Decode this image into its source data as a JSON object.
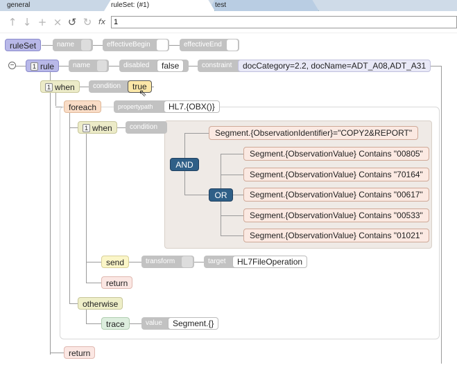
{
  "tabs": [
    {
      "label": "general"
    },
    {
      "label": "ruleSet: (#1)"
    },
    {
      "label": "test"
    }
  ],
  "toolbar": {
    "icons": [
      "arrow-up-icon",
      "arrow-down-icon",
      "plus-icon",
      "close-icon",
      "undo-icon",
      "redo-icon",
      "function-icon"
    ],
    "expression_value": "1"
  },
  "ruleset": {
    "label": "ruleSet",
    "props": {
      "name": "name",
      "effectiveBegin": "effectiveBegin",
      "effectiveEnd": "effectiveEnd"
    }
  },
  "rule": {
    "badge": "1",
    "label": "rule",
    "name_label": "name",
    "disabled_label": "disabled",
    "disabled_value": "false",
    "constraint_label": "constraint",
    "constraint_value": "docCategory=2.2, docName=ADT_A08,ADT_A31"
  },
  "when1": {
    "badge": "1",
    "label": "when",
    "condition_label": "condition",
    "condition_value": "true"
  },
  "foreach": {
    "label": "foreach",
    "propertypath_label": "propertypath",
    "propertypath_value": "HL7.{OBX()}"
  },
  "when2": {
    "badge": "1",
    "label": "when",
    "condition_label": "condition",
    "and_label": "AND",
    "or_label": "OR",
    "segment_main": "Segment.{ObservationIdentifier}=\"COPY2&REPORT\"",
    "segments": [
      "Segment.{ObservationValue} Contains \"00805\"",
      "Segment.{ObservationValue} Contains \"70164\"",
      "Segment.{ObservationValue} Contains \"00617\"",
      "Segment.{ObservationValue} Contains \"00533\"",
      "Segment.{ObservationValue} Contains \"01021\""
    ]
  },
  "send": {
    "label": "send",
    "transform_label": "transform",
    "target_label": "target",
    "target_value": "HL7FileOperation"
  },
  "return_inner": {
    "label": "return"
  },
  "otherwise": {
    "label": "otherwise"
  },
  "trace": {
    "label": "trace",
    "value_label": "value",
    "value": "Segment.{}"
  },
  "return_outer": {
    "label": "return"
  }
}
